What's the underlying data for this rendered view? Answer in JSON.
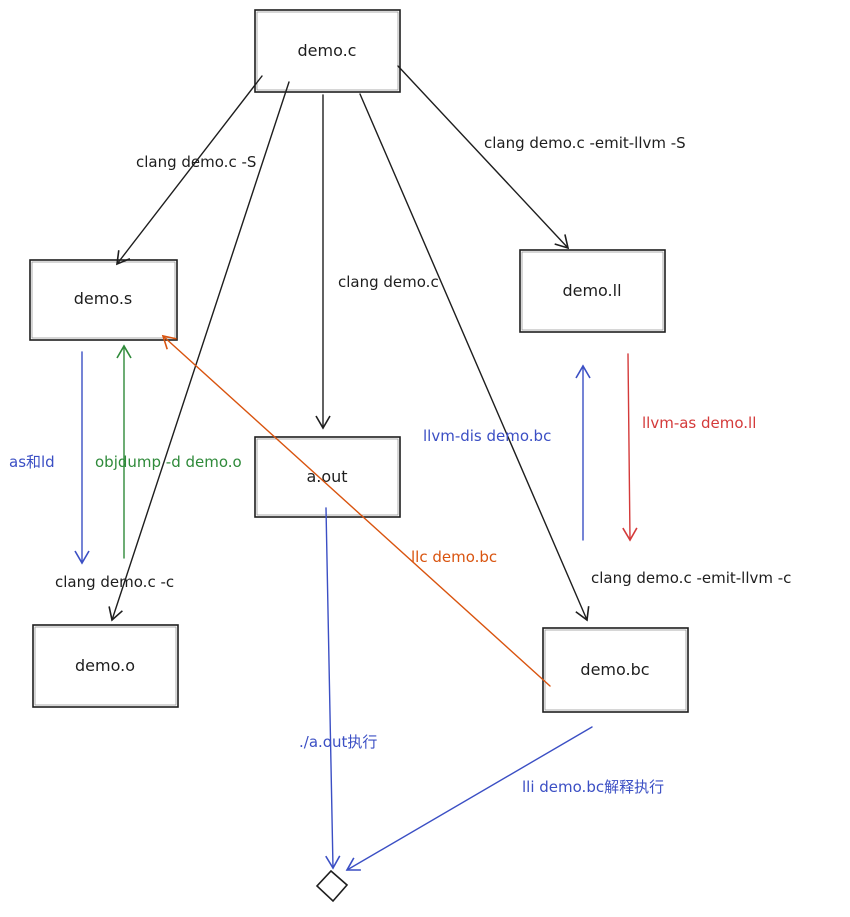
{
  "colors": {
    "ink": "#1e1e1e",
    "blue": "#3b4fc4",
    "green": "#2f8a3a",
    "red": "#d43a3a",
    "orange": "#d9540f",
    "background": "#ffffff"
  },
  "nodes": {
    "demo_c": "demo.c",
    "demo_s": "demo.s",
    "demo_ll": "demo.ll",
    "a_out": "a.out",
    "demo_o": "demo.o",
    "demo_bc": "demo.bc"
  },
  "edges": {
    "c_to_s": "clang demo.c -S",
    "c_to_ll": "clang demo.c -emit-llvm -S",
    "c_to_aout": "clang demo.c",
    "c_to_o": "clang demo.c -c",
    "c_to_bc": "clang demo.c -emit-llvm -c",
    "s_to_o": "as和ld",
    "o_to_s": "objdump -d demo.o",
    "bc_to_ll": "llvm-dis demo.bc",
    "ll_to_bc": "llvm-as demo.ll",
    "bc_to_s": "llc demo.bc",
    "aout_run": "./a.out执行",
    "bc_interpret": "lli demo.bc解释执行"
  },
  "end_marker": "diamond-end-node"
}
